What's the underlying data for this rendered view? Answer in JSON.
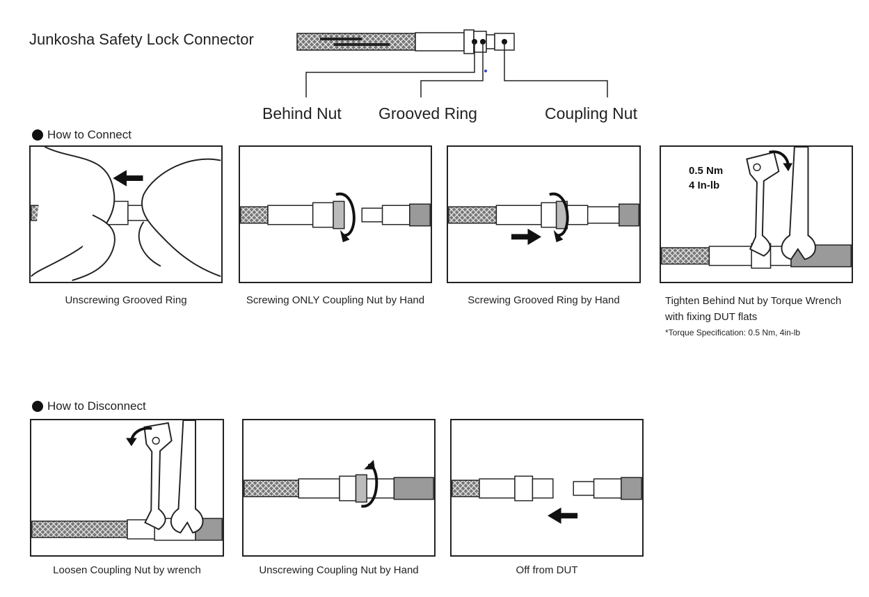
{
  "title": "Junkosha Safety Lock Connector",
  "callouts": {
    "behind_nut": "Behind Nut",
    "grooved_ring": "Grooved Ring",
    "coupling_nut": "Coupling Nut"
  },
  "connect": {
    "heading": "How to Connect",
    "steps": [
      {
        "caption": "Unscrewing Grooved Ring"
      },
      {
        "caption": "Screwing ONLY Coupling Nut by Hand"
      },
      {
        "caption": "Screwing Grooved Ring by Hand"
      },
      {
        "caption_line1": "Tighten Behind Nut by Torque Wrench",
        "caption_line2": "with fixing DUT flats",
        "note": "*Torque Specification: 0.5 Nm, 4in-lb",
        "torque_line1": "0.5 Nm",
        "torque_line2": "4 In-lb"
      }
    ]
  },
  "disconnect": {
    "heading": "How to Disconnect",
    "steps": [
      {
        "caption": "Loosen Coupling Nut by wrench"
      },
      {
        "caption": "Unscrewing Coupling Nut by Hand"
      },
      {
        "caption": "Off from DUT"
      }
    ]
  },
  "colors": {
    "line": "#222222",
    "fill_grey": "#9a9a9a",
    "braid": "#555555",
    "indicator_dot": "#3344cc"
  },
  "icons": [
    "arrow-left-icon",
    "arrow-right-icon",
    "rotate-arrow-icon",
    "hand-icon",
    "wrench-icon",
    "filled-dot-icon"
  ]
}
